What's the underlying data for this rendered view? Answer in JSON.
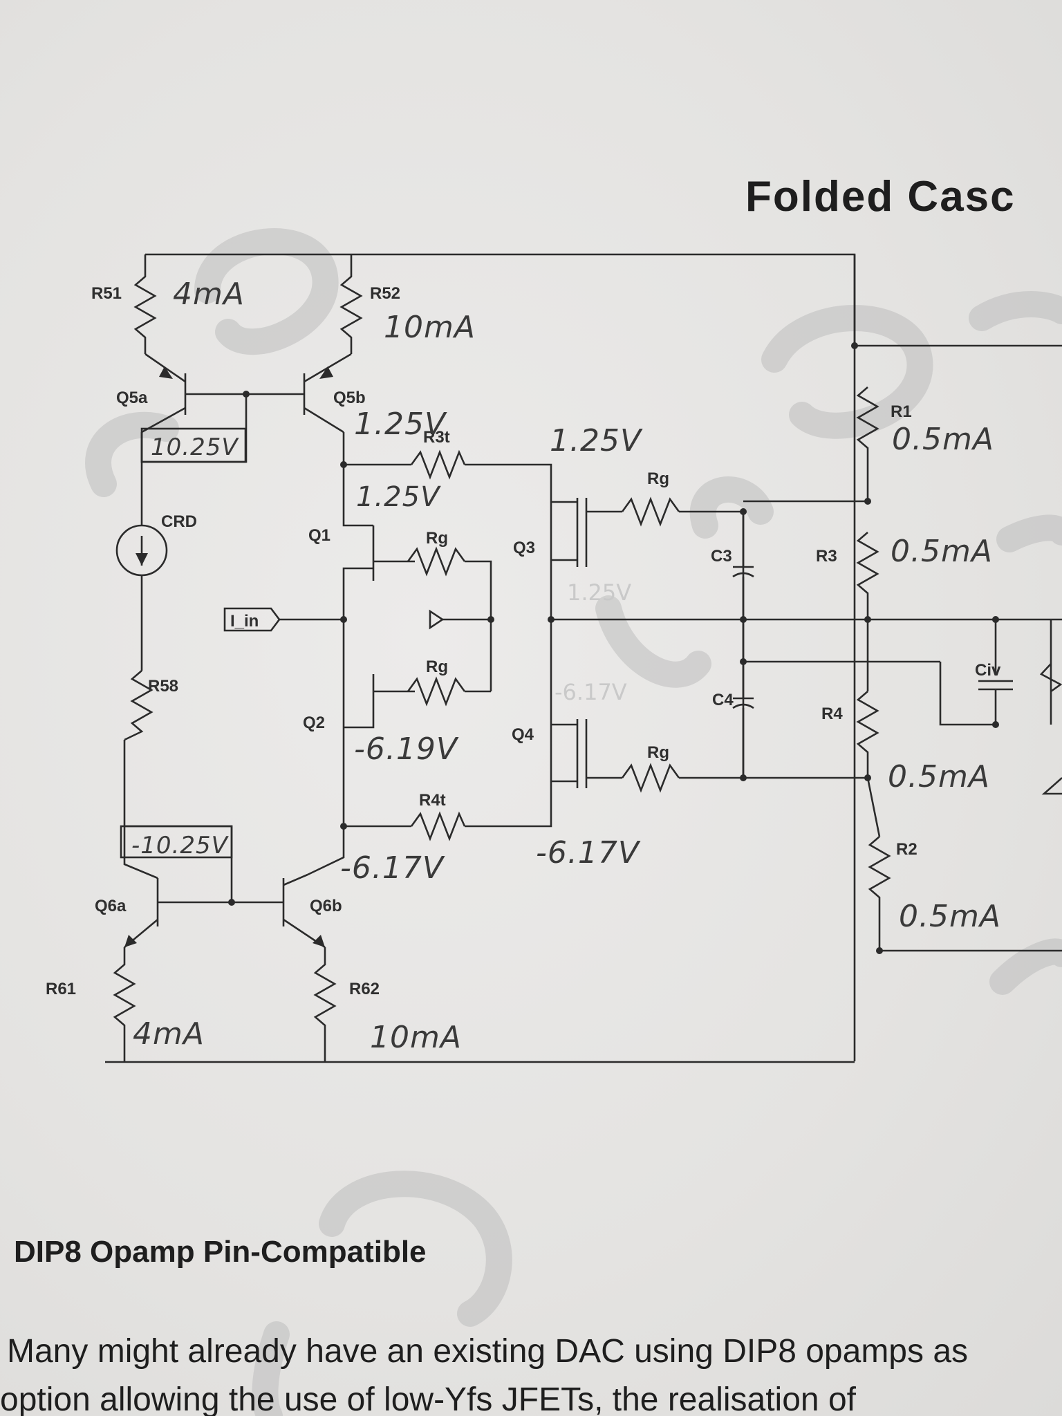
{
  "title": "Folded Casc",
  "section_heading": "DIP8 Opamp Pin-Compatible",
  "body_lines": [
    "Many might already have an existing DAC using DIP8 opamps as",
    "option allowing the use of low-Yfs JFETs, the realisation of"
  ],
  "components": {
    "R51": "R51",
    "R52": "R52",
    "Q5a": "Q5a",
    "Q5b": "Q5b",
    "CRD": "CRD",
    "R3t": "R3t",
    "Q1": "Q1",
    "Q2": "Q2",
    "Q3": "Q3",
    "Q4": "Q4",
    "Rg1": "Rg",
    "Rg2": "Rg",
    "Rg3": "Rg",
    "Rg4": "Rg",
    "C3": "C3",
    "C4": "C4",
    "R1": "R1",
    "R3": "R3",
    "R4": "R4",
    "R2": "R2",
    "Civ": "Civ",
    "R58": "R58",
    "R4t": "R4t",
    "Q6a": "Q6a",
    "Q6b": "Q6b",
    "R61": "R61",
    "R62": "R62",
    "I_in": "I_in"
  },
  "annotations": {
    "r51_current": "4mA",
    "r52_current": "10mA",
    "q5a_voltage": "10.25V",
    "q5b_voltage": "1.25V",
    "r3t_voltage": "1.25V",
    "q3_voltage": "1.25V",
    "q2_voltage": "-6.19V",
    "r4t_voltage": "-6.17V",
    "q4_voltage": "-6.17V",
    "q6a_voltage": "-10.25V",
    "r61_current": "4mA",
    "r62_current": "10mA",
    "r1_current": "0.5mA",
    "r3_current": "0.5mA",
    "r4_current": "0.5mA",
    "r2_current": "0.5mA"
  },
  "faint_marks": {
    "q3_drain": "1.25V",
    "q4_drain": "-6.17V"
  }
}
